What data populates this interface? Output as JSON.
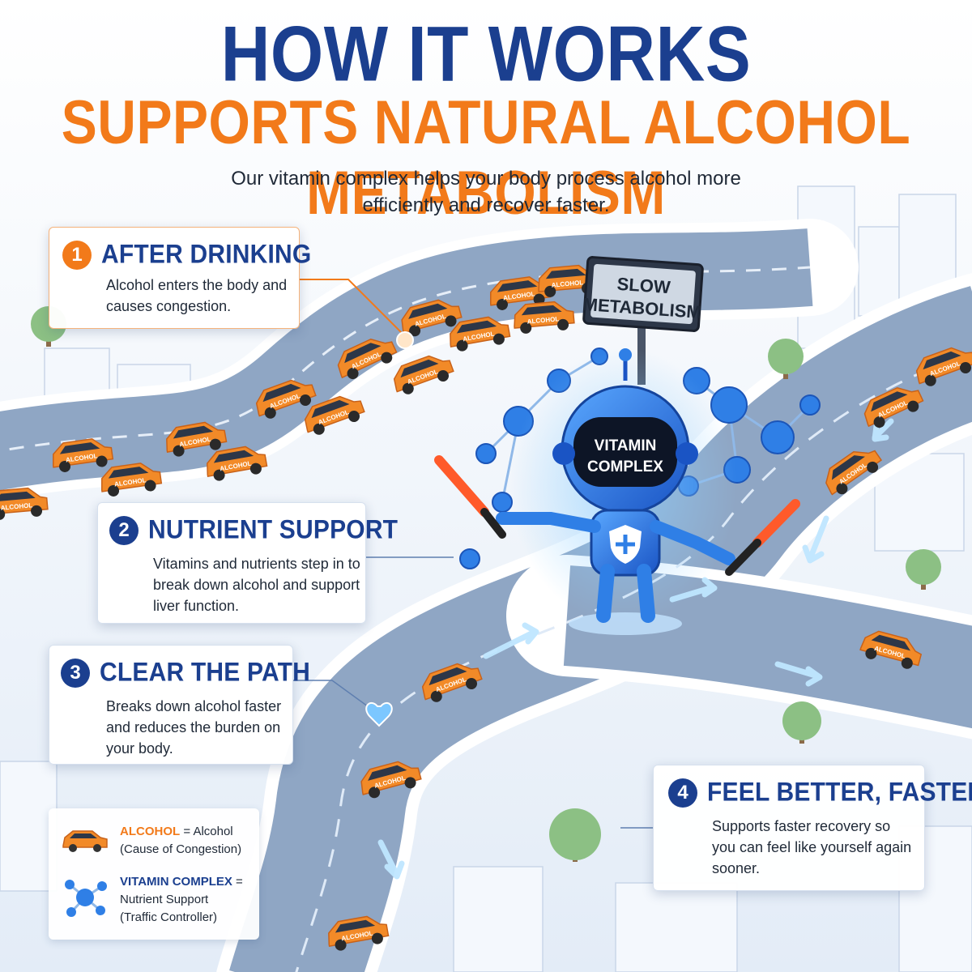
{
  "header": {
    "title": "HOW IT WORKS",
    "subtitle": "SUPPORTS NATURAL ALCOHOL METABOLISM",
    "intro": "Our vitamin complex helps your body process alcohol more efficiently and recover faster."
  },
  "steps": [
    {
      "number": "1",
      "title": "AFTER DRINKING",
      "body": "Alcohol enters the body and causes congestion.",
      "color": "#f27a1a"
    },
    {
      "number": "2",
      "title": "NUTRIENT SUPPORT",
      "body": "Vitamins and nutrients step in to break down alcohol and support liver function.",
      "color": "#1b3f8f"
    },
    {
      "number": "3",
      "title": "CLEAR THE PATH",
      "body": "Breaks down alcohol faster and reduces the burden on your body.",
      "color": "#1b3f8f"
    },
    {
      "number": "4",
      "title": "FEEL BETTER, FASTER",
      "body": "Supports faster recovery so you can feel like yourself again sooner.",
      "color": "#1b3f8f"
    }
  ],
  "scene": {
    "sign_line1": "SLOW",
    "sign_line2": "METABOLISM",
    "robot_line1": "VITAMIN",
    "robot_line2": "COMPLEX",
    "car_label": "ALCOHOL"
  },
  "legend": {
    "alcohol_key": "ALCOHOL",
    "alcohol_desc": " = Alcohol",
    "alcohol_desc2": "(Cause of Congestion)",
    "vitamin_key": "VITAMIN COMPLEX",
    "vitamin_eq": " =",
    "vitamin_desc": "Nutrient Support",
    "vitamin_desc2": "(Traffic Controller)"
  },
  "colors": {
    "navy": "#1b3f8f",
    "orange": "#f27a1a",
    "road": "#8fa6c4",
    "robot": "#2a6fe0"
  }
}
